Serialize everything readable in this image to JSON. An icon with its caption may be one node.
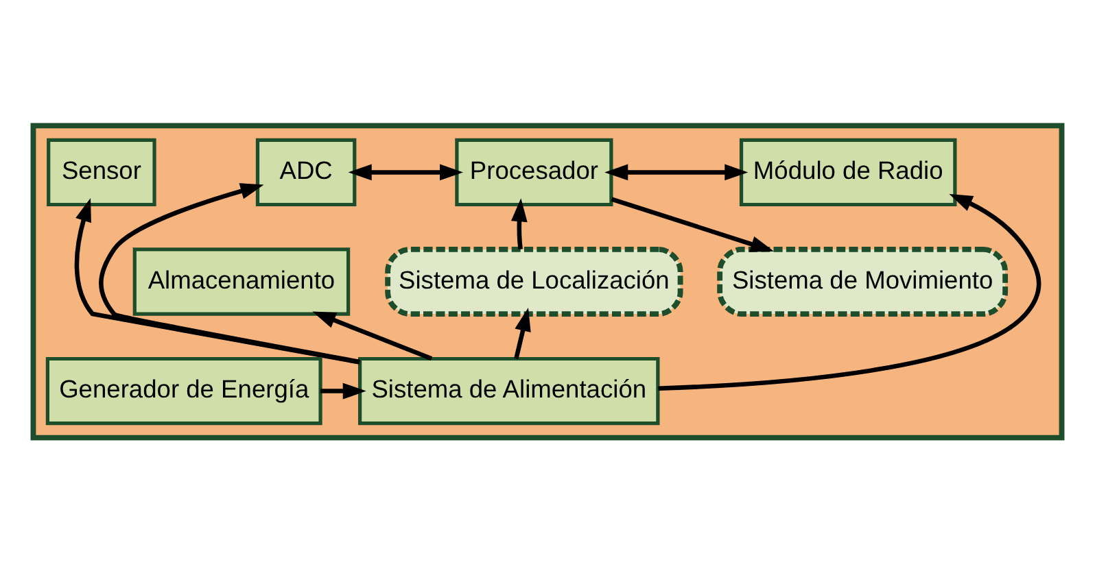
{
  "diagram": {
    "nodes": [
      {
        "text": [],
        "shape": "box"
      },
      {
        "text": [
          "Sistema de Localización"
        ],
        "in": 0
      },
      {
        "text": [
          "Sistema de Movimiento"
        ],
        "in": 0
      },
      {
        "text": [
          "Sensor"
        ],
        "in": 0
      },
      {
        "text": [
          "ADC"
        ],
        "in": 0
      },
      {
        "text": [
          "Procesador"
        ],
        "in": 0
      },
      {
        "text": [
          "Almacenamiento"
        ],
        "in": 0
      },
      {
        "text": [
          "Módulo de Radio"
        ],
        "in": 0
      },
      {
        "text": [
          "Sistema de Alimentación"
        ],
        "in": 0
      },
      {
        "text": [
          "Generador de Energía"
        ],
        "in": 0
      }
    ],
    "edges": [
      {
        "from": 8,
        "to": 1,
        "arrow": "to"
      },
      {
        "from": 8,
        "to": 3,
        "arrow": "to"
      },
      {
        "from": 8,
        "to": 4,
        "arrow": "to"
      },
      {
        "from": 8,
        "to": 6,
        "arrow": "to"
      },
      {
        "from": 8,
        "to": 7,
        "arrow": "to"
      },
      {
        "from": 9,
        "to": 8,
        "arrow": "to"
      },
      {
        "from": 1,
        "to": 5,
        "arrow": "to"
      },
      {
        "from": 5,
        "to": 2,
        "arrow": "to"
      },
      {
        "from": 4,
        "to": 5,
        "arrow": "both"
      },
      {
        "from": 5,
        "to": 7,
        "arrow": "both"
      }
    ]
  }
}
